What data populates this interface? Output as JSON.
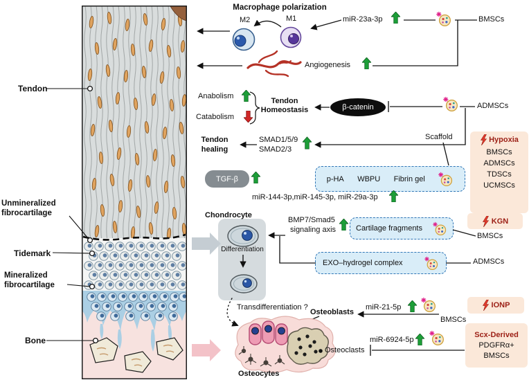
{
  "tissue": {
    "labels": {
      "tendon": "Tendon",
      "unmineralized": "Unmineralized fibrocartilage",
      "tidemark": "Tidemark",
      "mineralized": "Mineralized fibrocartilage",
      "bone": "Bone"
    }
  },
  "macrophage": {
    "title": "Macrophage polarization",
    "m2": "M2",
    "m1": "M1",
    "mirna": "miR-23a-3p",
    "source": "BMSCs"
  },
  "angiogenesis": {
    "label": "Angiogenesis"
  },
  "homeostasis": {
    "anabolism": "Anabolism",
    "catabolism": "Catabolism",
    "title_line1": "Tendon",
    "title_line2": "Homeostasis",
    "mediator": "β-catenin",
    "source": "ADMSCs"
  },
  "healing": {
    "title_line1": "Tendon",
    "title_line2": "healing",
    "smad1": "SMAD1/5/9",
    "smad2": "SMAD2/3",
    "tgf": "TGF-β",
    "mirnas": "miR-144-3p,miR-145-3p, miR-29a-3p",
    "scaffold_label": "Scaffold",
    "scaffold_items": [
      "p-HA",
      "WBPU",
      "Fibrin gel"
    ],
    "stimulus": "Hypoxia",
    "sources": [
      "BMSCs",
      "ADMSCs",
      "TDSCs",
      "UCMSCs"
    ]
  },
  "chondrogenesis": {
    "cell": "Chondrocyte",
    "process": "Differentiation",
    "axis_line1": "BMP7/Smad5",
    "axis_line2": "signaling axis",
    "cartilage_box": "Cartilage fragments",
    "stimulus": "KGN",
    "source1": "BMSCs",
    "hydrogel_box": "EXO–hydrogel complex",
    "source2": "ADMSCs"
  },
  "osteo": {
    "transdiff": "Transdifferentiation ?",
    "osteoblasts": "Osteoblasts",
    "osteocytes": "Osteocytes",
    "osteoclasts": "Osteoclasts",
    "mirna_ob": "miR-21-5p",
    "stimulus_ob": "IONP",
    "source_ob": "BMSCs",
    "mirna_oc": "miR-6924-5p",
    "source_oc_line1": "Scx-Derived",
    "source_oc_line2": "PDGFRα+",
    "source_oc_line3": "BMSCs"
  },
  "icons": {
    "exosome": "extracellular-vesicle",
    "up_arrow": "increase",
    "down_arrow": "decrease",
    "lightning": "stimulus-treatment"
  },
  "colors": {
    "up_arrow": "#1d9e38",
    "down_arrow": "#d02727",
    "lightning": "#e23b2e",
    "blue_box": "#d9edf8",
    "peach_panel": "#fbe8d9",
    "dark_red_text": "#9c1f15"
  }
}
